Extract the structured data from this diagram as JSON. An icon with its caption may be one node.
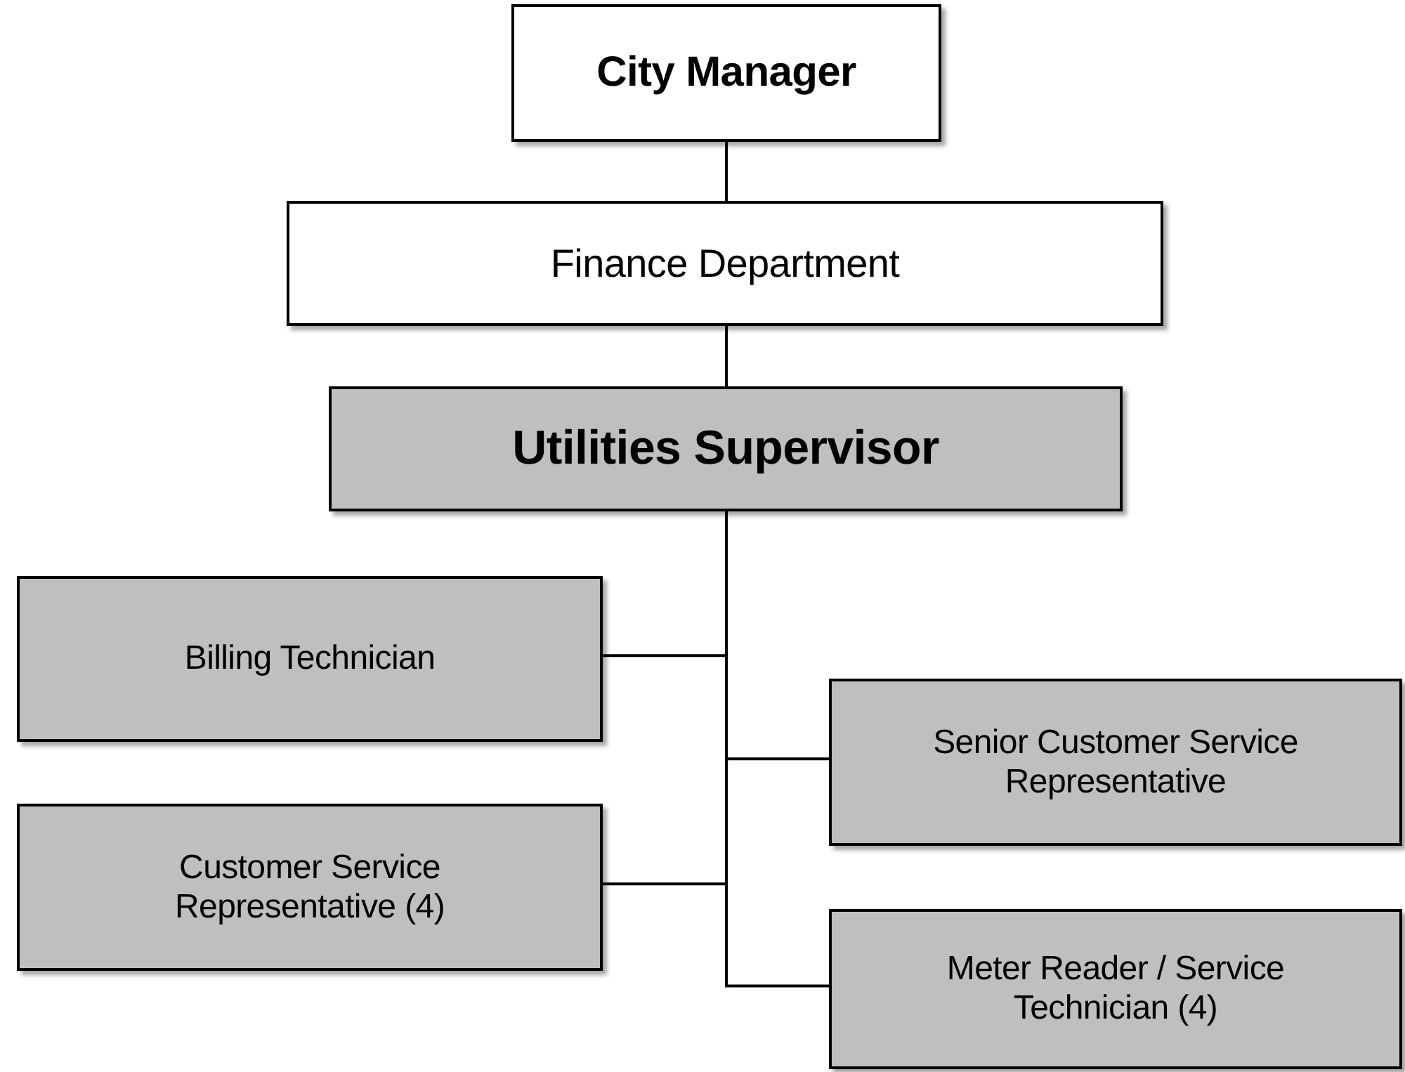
{
  "diagram": {
    "nodes": [
      {
        "text": [
          "City Manager"
        ]
      },
      {
        "text": [
          "Finance Department"
        ]
      },
      {
        "text": [
          "Utilities Supervisor"
        ]
      },
      {
        "text": [
          "Billing Technician"
        ]
      },
      {
        "text": [
          "Senior Customer Service Representative"
        ]
      },
      {
        "text": [
          "Customer Service Representative (4)"
        ]
      },
      {
        "text": [
          "Meter Reader / Service Technician (4)"
        ]
      }
    ],
    "edges": [
      {
        "from": 0,
        "to": 1,
        "arrow": "none"
      },
      {
        "from": 1,
        "to": 2,
        "arrow": "none"
      },
      {
        "from": 2,
        "to": 3,
        "arrow": "none"
      },
      {
        "from": 2,
        "to": 4,
        "arrow": "none"
      },
      {
        "from": 2,
        "to": 5,
        "arrow": "none"
      },
      {
        "from": 2,
        "to": 6,
        "arrow": "none"
      }
    ]
  }
}
